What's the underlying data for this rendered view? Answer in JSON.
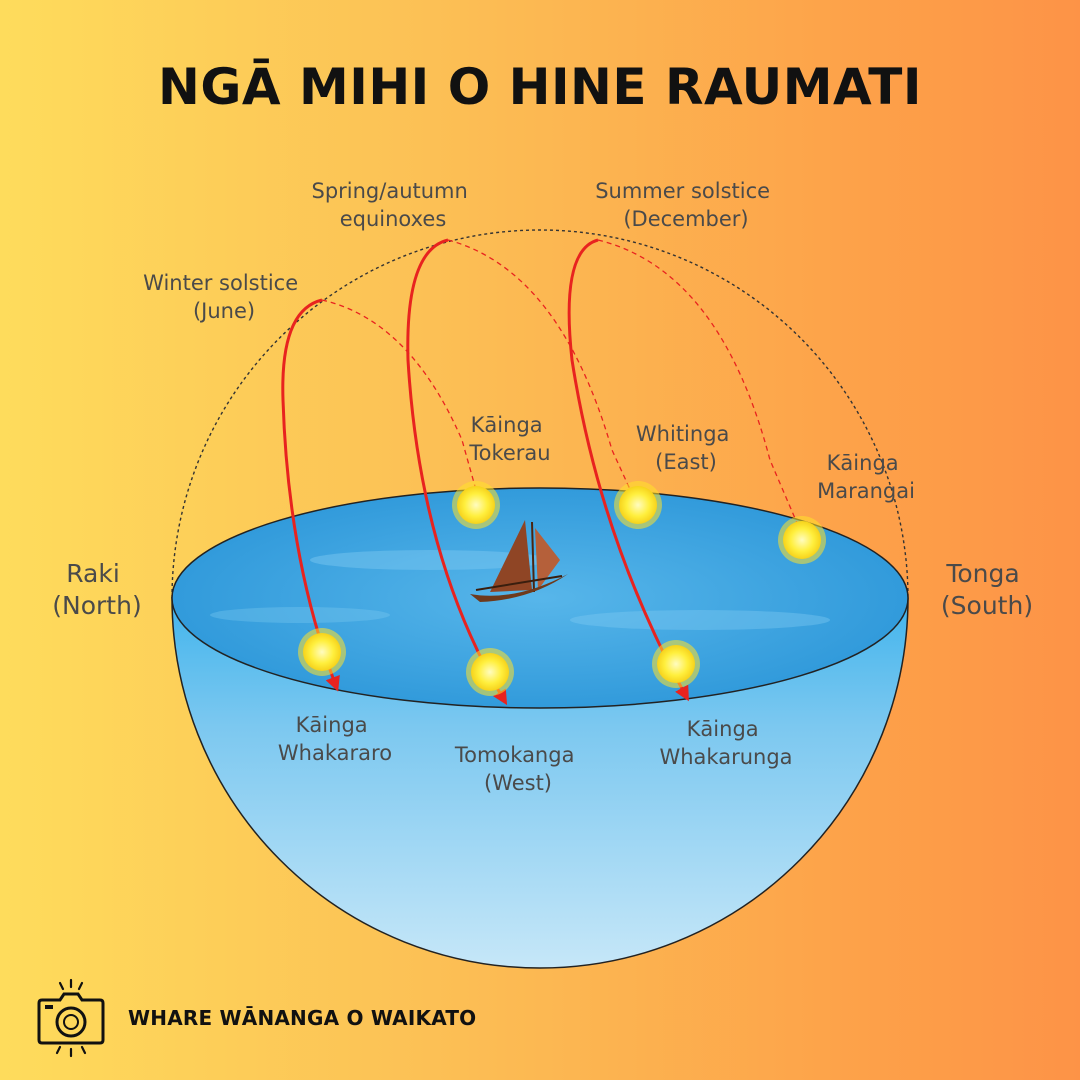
{
  "title": "NGĀ MIHI O HINE RAUMATI",
  "paths": [
    {
      "label_lines": [
        "Winter solstice",
        "(June)"
      ]
    },
    {
      "label_lines": [
        "Spring/autumn",
        "equinoxes"
      ]
    },
    {
      "label_lines": [
        "Summer solstice",
        "(December)"
      ]
    }
  ],
  "directions": {
    "north": [
      "Raki",
      "(North)"
    ],
    "south": [
      "Tonga",
      "(South)"
    ]
  },
  "rising_points": [
    {
      "label_lines": [
        "Kāinga",
        "Tokerau"
      ]
    },
    {
      "label_lines": [
        "Whitinga",
        "(East)"
      ]
    },
    {
      "label_lines": [
        "Kāinga",
        "Marangai"
      ]
    }
  ],
  "setting_points": [
    {
      "label_lines": [
        "Kāinga",
        "Whakararo"
      ]
    },
    {
      "label_lines": [
        "Tomokanga",
        "(West)"
      ]
    },
    {
      "label_lines": [
        "Kāinga",
        "Whakarunga"
      ]
    }
  ],
  "footer": {
    "icon": "camera-icon",
    "text": "WHARE WĀNANGA O WAIKATO"
  },
  "colors": {
    "sun_path": "#e8231f",
    "sun": "#ffee3a",
    "water": "#3fa9e6",
    "bowl": "#a9dcf5",
    "text": "#4a4a4a"
  }
}
